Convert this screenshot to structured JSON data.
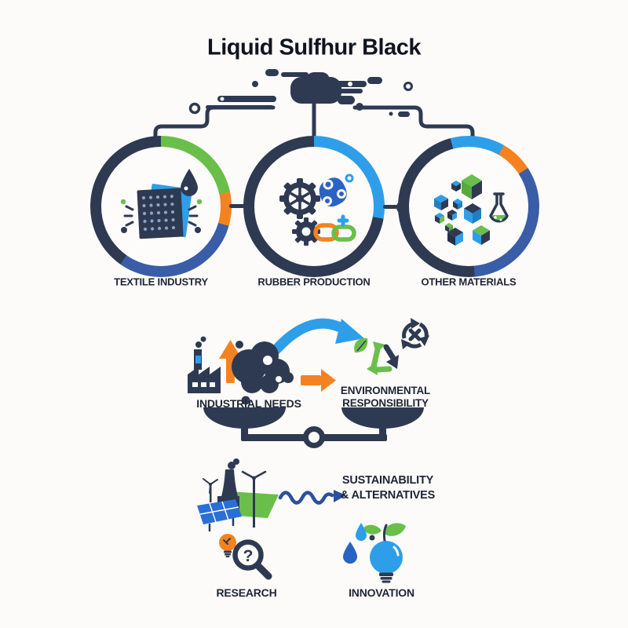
{
  "title": "Liquid Sulfhur Black",
  "palette": {
    "dark_navy": "#2e3a52",
    "green": "#6abf4b",
    "orange": "#f58220",
    "sky_blue": "#2f9ee9",
    "royal_blue": "#3a5da8"
  },
  "applications": [
    {
      "label": "TEXTILE INDUSTRY",
      "icon": "fabric-swatch-water-drop-icon"
    },
    {
      "label": "RUBBER PRODUCTION",
      "icon": "gears-polymer-chain-icon"
    },
    {
      "label": "OTHER MATERIALS",
      "icon": "cubes-flask-icon"
    }
  ],
  "balance": {
    "left": {
      "label": "INDUSTRIAL NEEDS",
      "icon": "factory-growth-blob-icon"
    },
    "right": {
      "label_line1": "ENVIRONMENTAL",
      "label_line2": "RESPONSIBILITY",
      "icon": "recycle-leaf-icon"
    }
  },
  "sustainability": {
    "label_line1": "SUSTAINABILITY",
    "label_line2": "& ALTERNATIVES",
    "icon": "renewable-energy-icon"
  },
  "research": {
    "label": "RESEARCH",
    "icon": "bulb-magnifier-icon",
    "magnifier_glyph": "?"
  },
  "innovation": {
    "label": "INNOVATION",
    "icon": "drops-eco-bulb-icon"
  }
}
